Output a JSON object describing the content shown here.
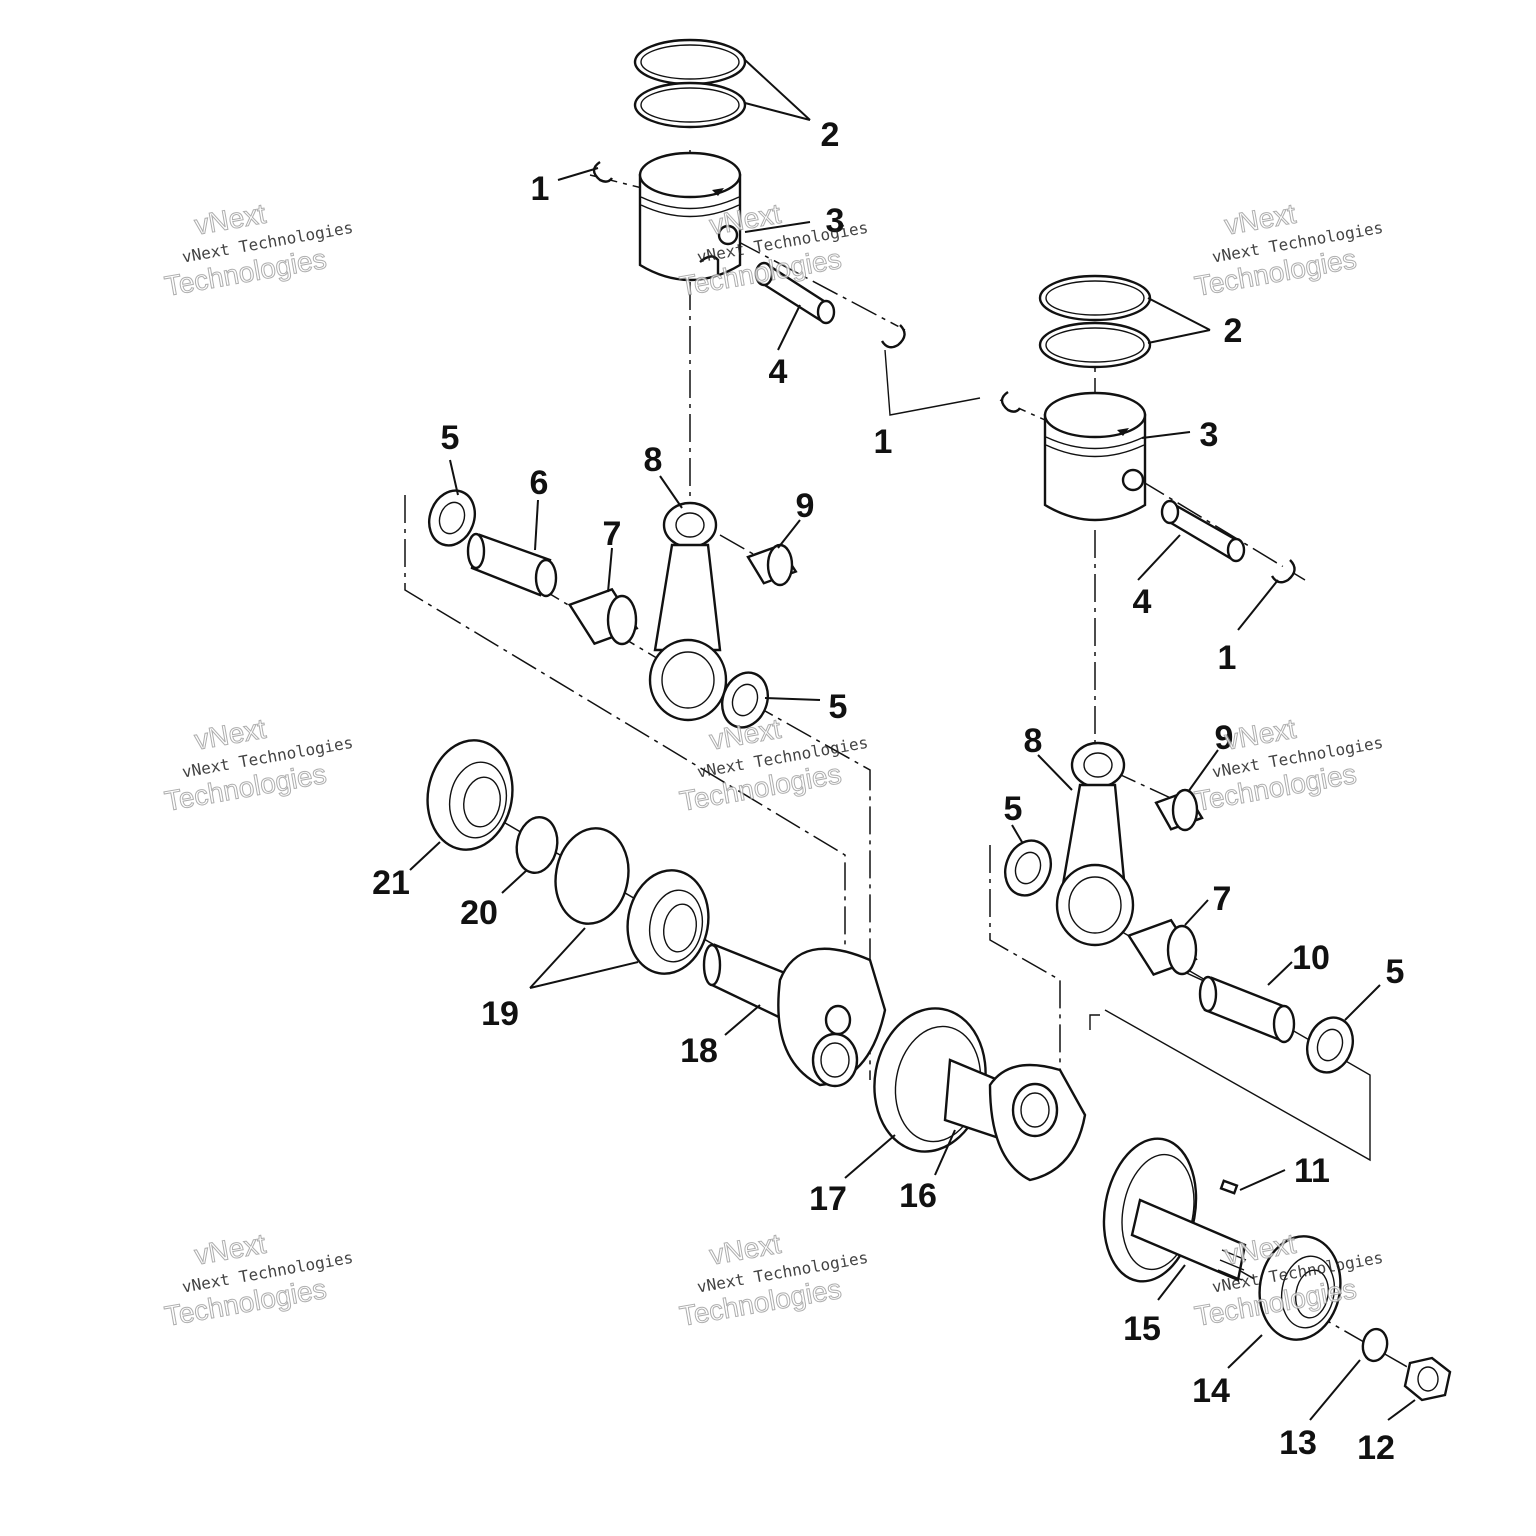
{
  "callouts": [
    {
      "key": "c2a",
      "label": "2"
    },
    {
      "key": "c1a",
      "label": "1"
    },
    {
      "key": "c3a",
      "label": "3"
    },
    {
      "key": "c4a",
      "label": "4"
    },
    {
      "key": "c2b",
      "label": "2"
    },
    {
      "key": "c1b",
      "label": "1"
    },
    {
      "key": "c3b",
      "label": "3"
    },
    {
      "key": "c4b",
      "label": "4"
    },
    {
      "key": "c1c",
      "label": "1"
    },
    {
      "key": "c5a",
      "label": "5"
    },
    {
      "key": "c6",
      "label": "6"
    },
    {
      "key": "c7a",
      "label": "7"
    },
    {
      "key": "c8a",
      "label": "8"
    },
    {
      "key": "c9a",
      "label": "9"
    },
    {
      "key": "c5b",
      "label": "5"
    },
    {
      "key": "c8b",
      "label": "8"
    },
    {
      "key": "c9b",
      "label": "9"
    },
    {
      "key": "c5c",
      "label": "5"
    },
    {
      "key": "c7b",
      "label": "7"
    },
    {
      "key": "c10",
      "label": "10"
    },
    {
      "key": "c5d",
      "label": "5"
    },
    {
      "key": "c21",
      "label": "21"
    },
    {
      "key": "c20",
      "label": "20"
    },
    {
      "key": "c19",
      "label": "19"
    },
    {
      "key": "c18",
      "label": "18"
    },
    {
      "key": "c17",
      "label": "17"
    },
    {
      "key": "c16",
      "label": "16"
    },
    {
      "key": "c11",
      "label": "11"
    },
    {
      "key": "c15",
      "label": "15"
    },
    {
      "key": "c14",
      "label": "14"
    },
    {
      "key": "c13",
      "label": "13"
    },
    {
      "key": "c12",
      "label": "12"
    }
  ],
  "watermark": {
    "line1": "vNext",
    "line2": "vNext Technologies",
    "line3": "Technologies"
  }
}
